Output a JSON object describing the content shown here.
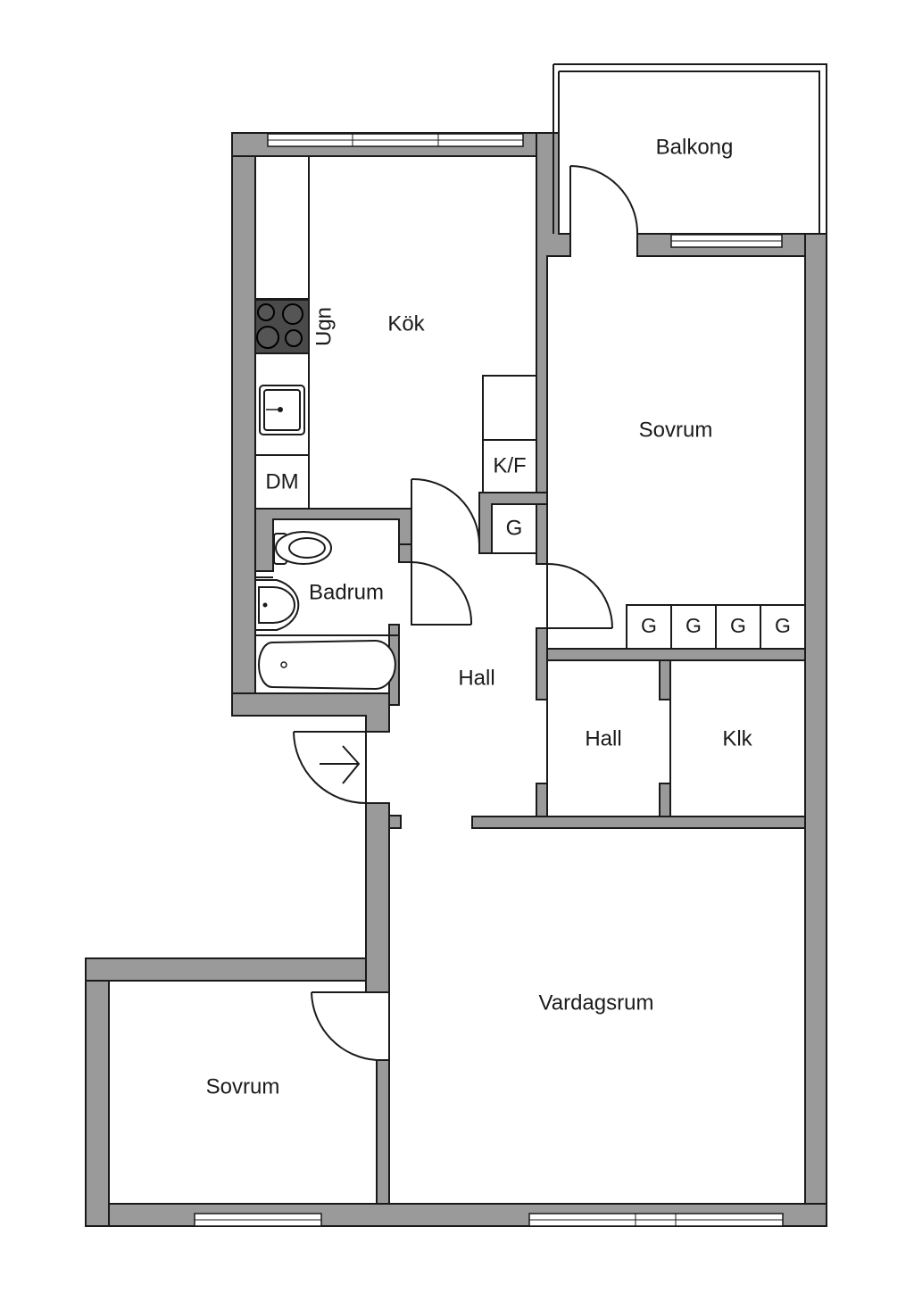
{
  "rooms": {
    "balkong": "Balkong",
    "kok": "Kök",
    "ugn": "Ugn",
    "sovrum_top": "Sovrum",
    "dm": "DM",
    "kf": "K/F",
    "g_single": "G",
    "badrum": "Badrum",
    "g_closets": [
      "G",
      "G",
      "G",
      "G"
    ],
    "hall_main": "Hall",
    "hall_small": "Hall",
    "klk": "Klk",
    "vardagsrum": "Vardagsrum",
    "sovrum_bottom": "Sovrum"
  },
  "colors": {
    "wall": "#9a9a9a",
    "line": "#1a1a1a",
    "background": "#ffffff"
  },
  "icons": [
    "entrance-arrow-icon",
    "stove-icon",
    "sink-icon",
    "toilet-icon",
    "washbasin-icon",
    "bathtub-icon"
  ]
}
